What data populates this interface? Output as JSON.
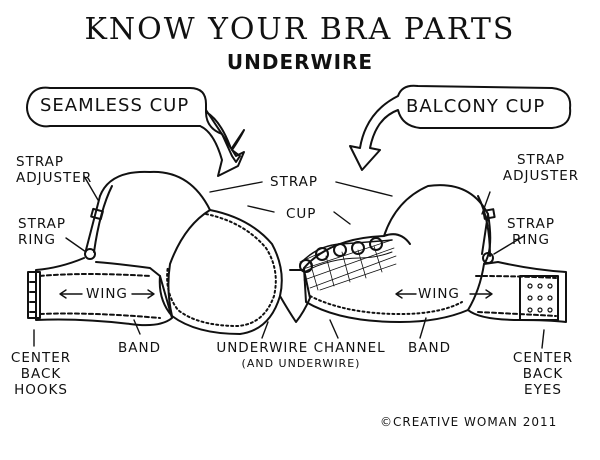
{
  "title": "KNOW YOUR BRA PARTS",
  "subtitle": "UNDERWIRE",
  "callouts": {
    "left": "SEAMLESS CUP",
    "right": "BALCONY CUP"
  },
  "labels": {
    "strap": "STRAP",
    "cup": "CUP",
    "strap_adjuster_left": [
      "STRAP",
      "ADJUSTER"
    ],
    "strap_adjuster_right": [
      "STRAP",
      "ADJUSTER"
    ],
    "strap_ring_left": [
      "STRAP",
      "RING"
    ],
    "strap_ring_right": [
      "STRAP",
      "RING"
    ],
    "wing_left": "WING",
    "wing_right": "WING",
    "band_left": "BAND",
    "band_right": "BAND",
    "underwire_channel": [
      "UNDERWIRE CHANNEL",
      "(AND UNDERWIRE)"
    ],
    "center_back_hooks": [
      "CENTER",
      "BACK",
      "HOOKS"
    ],
    "center_back_eyes": [
      "CENTER",
      "BACK",
      "EYES"
    ]
  },
  "credit": "©CREATIVE WOMAN 2011"
}
